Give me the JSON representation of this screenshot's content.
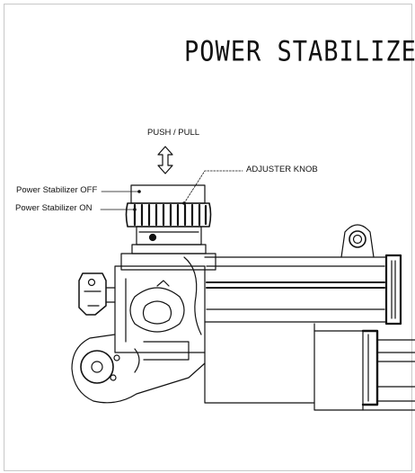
{
  "diagram": {
    "title": "POWER STABILIZER",
    "labels": {
      "push_pull": "PUSH / PULL",
      "adjuster_knob": "ADJUSTER KNOB",
      "stabilizer_off": "Power Stabilizer OFF",
      "stabilizer_on": "Power Stabilizer ON"
    },
    "line_color": "#111111",
    "border_color": "#c8c8c8"
  }
}
